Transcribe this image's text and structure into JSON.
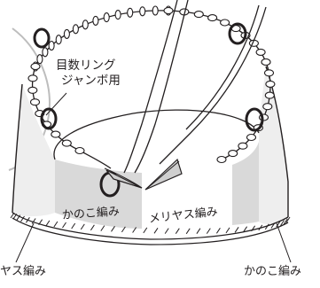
{
  "figure": {
    "label_marker": "目数リング\nジャンボ用",
    "label_seed_center": "かのこ編み",
    "label_stockinette_center": "メリヤス編み",
    "label_stockinette_left_cut": "ヤス編み",
    "label_seed_right": "かのこ編み"
  },
  "colors": {
    "outline": "#231f20",
    "seed_panel": "#d9d9d9",
    "stockinette_panel": "#ffffff",
    "fabric_side": "#eeeeee",
    "yarn_fill": "#ffffff"
  },
  "icons": [
    "circular-needle-cable-icon",
    "stitch-marker-ring-icon",
    "needle-tip-icon"
  ]
}
